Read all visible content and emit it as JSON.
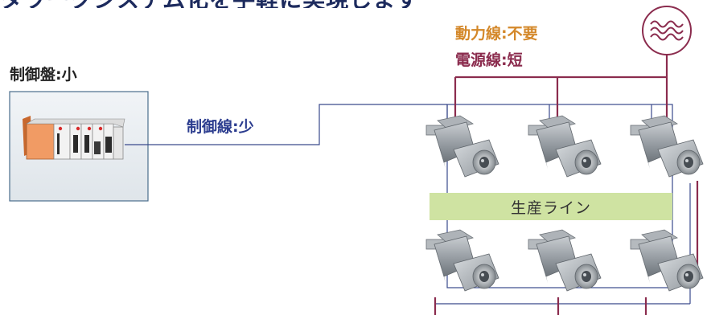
{
  "header_fragment": "タワークシステム化を手軽に実現します",
  "labels": {
    "control_panel": "制御盤:小",
    "control_line": "制御線:少",
    "power_line": "動力線:不要",
    "supply_line": "電源線:短",
    "production_line": "生産ライン"
  },
  "icons": {
    "ac_source": "ac-sine-wave-icon",
    "plc": "plc-controller-icon",
    "motor": "geared-motor-icon"
  },
  "colors": {
    "control_line": "#3a4a8c",
    "supply_line": "#8b2c4e",
    "power_label": "#d4882a",
    "production_band": "#cfe3a2",
    "panel_bg": "#e8edf2"
  }
}
